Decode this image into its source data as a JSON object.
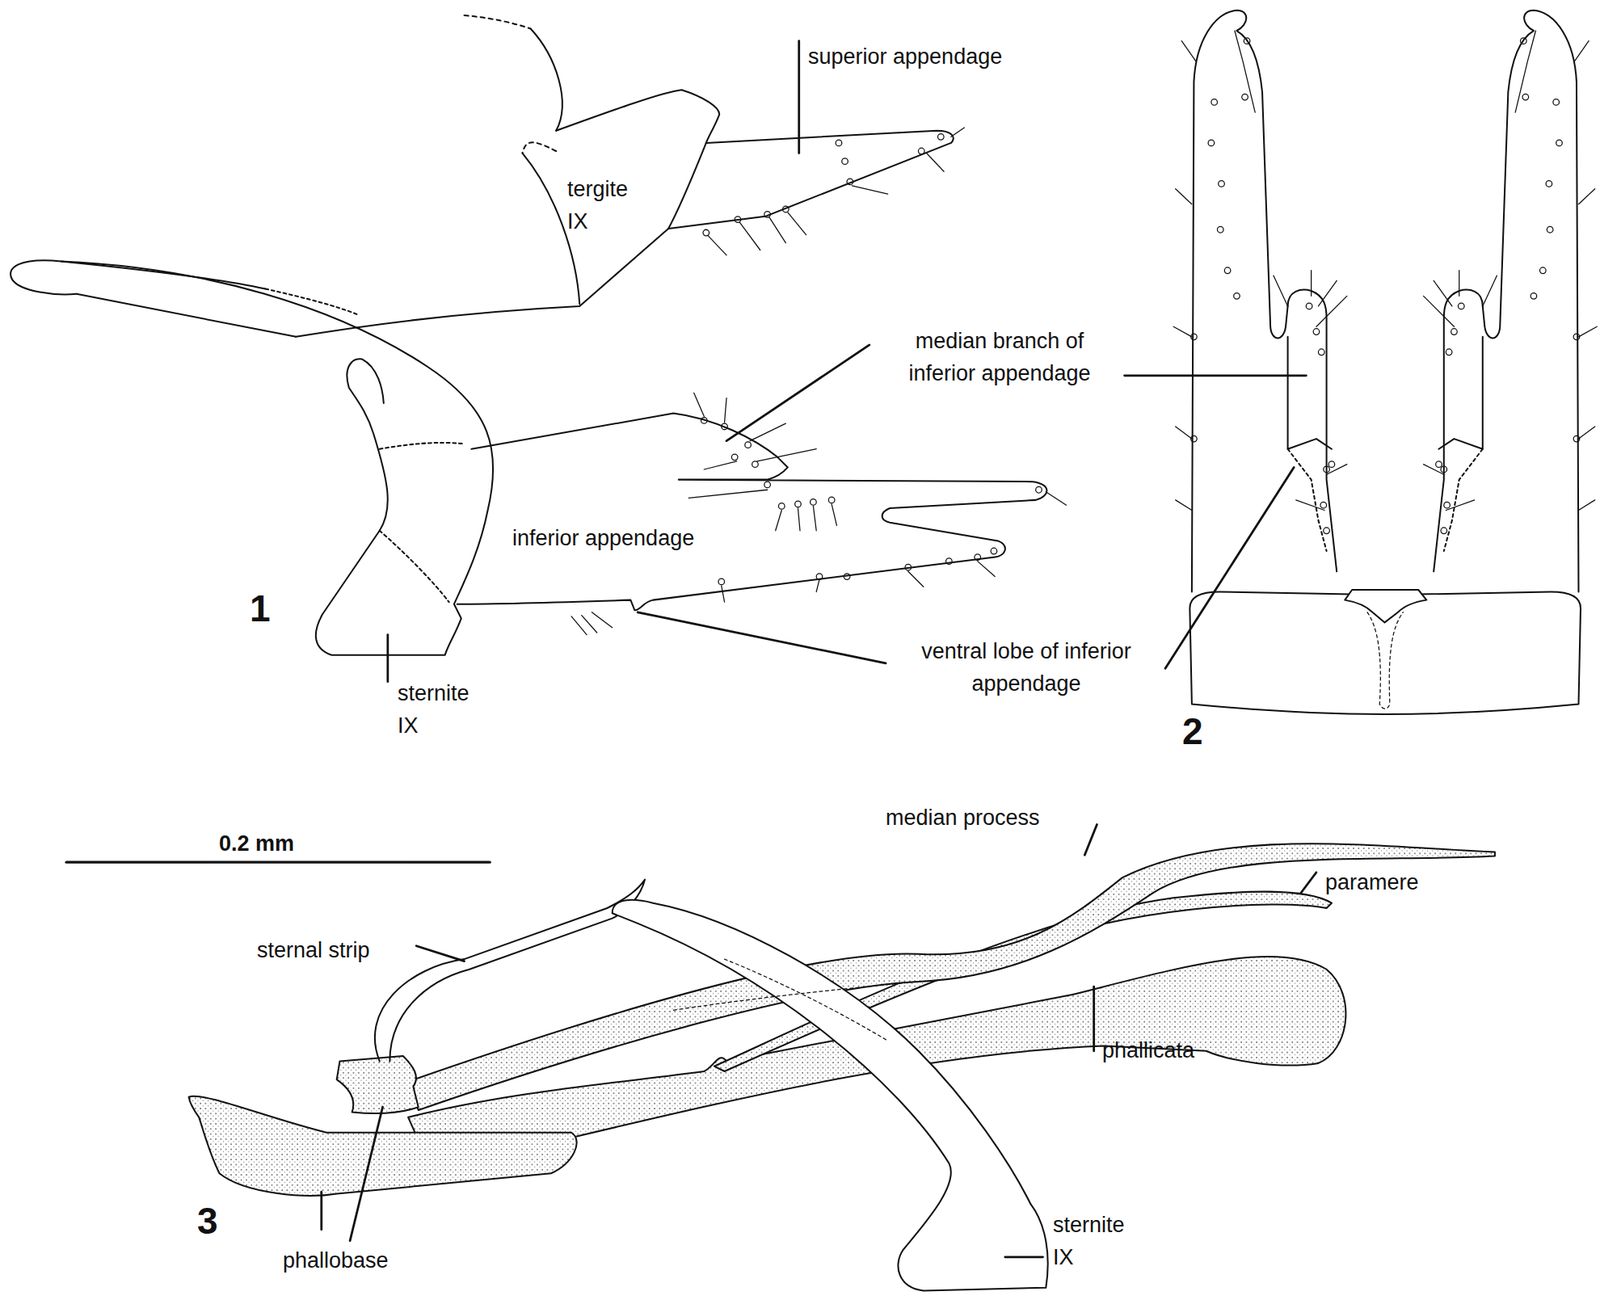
{
  "diagram": {
    "labels": [
      "superior appendage",
      "tergite IX",
      "median branch of inferior appendage",
      "inferior appendage",
      "ventral lobe of inferior appendage",
      "sternite IX",
      "1",
      "2",
      "0.2 mm",
      "median process",
      "paramere",
      "sternal strip",
      "phallicata",
      "3",
      "phallobase",
      "sternite IX"
    ]
  }
}
